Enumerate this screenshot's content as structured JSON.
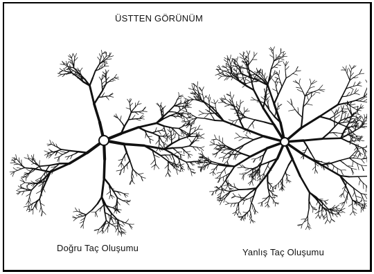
{
  "title": "ÜSTTEN GÖRÜNÜM",
  "figures": [
    {
      "id": "correct",
      "caption": "Doğru Taç Oluşumu",
      "main_limbs": 5
    },
    {
      "id": "wrong",
      "caption": "Yanlış Taç Oluşumu",
      "main_limbs": 9
    }
  ],
  "colors": {
    "ink": "#111111",
    "background": "#ffffff",
    "border": "#000000"
  }
}
